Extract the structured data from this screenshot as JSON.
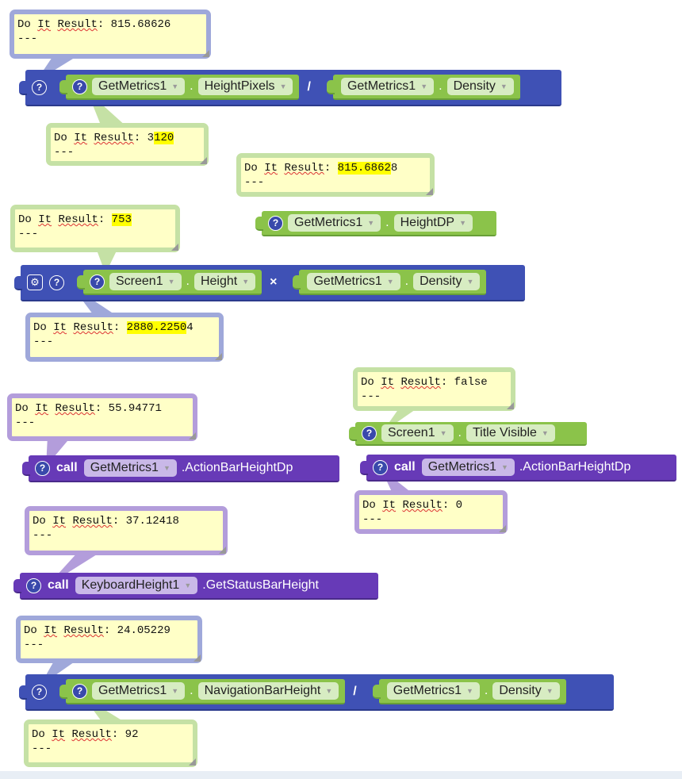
{
  "result_prefix_a": "Do",
  "result_prefix_b": "It",
  "result_prefix_c": "Result",
  "result_sep": "---",
  "bubbles": [
    {
      "pre": "815.68626",
      "hl": "",
      "post": ""
    },
    {
      "pre": "3",
      "hl": "120",
      "post": ""
    },
    {
      "pre": "",
      "hl": "815.6862",
      "post": "8"
    },
    {
      "pre": "",
      "hl": "753",
      "post": ""
    },
    {
      "pre": "",
      "hl": "2880.2250",
      "post": "4"
    },
    {
      "pre": "55.94771",
      "hl": "",
      "post": ""
    },
    {
      "pre": "false",
      "hl": "",
      "post": ""
    },
    {
      "pre": "0",
      "hl": "",
      "post": ""
    },
    {
      "pre": "37.12418",
      "hl": "",
      "post": ""
    },
    {
      "pre": "24.05229",
      "hl": "",
      "post": ""
    },
    {
      "pre": "92",
      "hl": "",
      "post": ""
    }
  ],
  "blocks": [
    {
      "parts": [
        {
          "t": "q"
        },
        {
          "t": "sub",
          "items": [
            {
              "t": "q"
            },
            {
              "t": "field",
              "v": "GetMetrics1"
            },
            {
              "t": "dot",
              "v": "."
            },
            {
              "t": "field",
              "v": "HeightPixels"
            }
          ]
        },
        {
          "t": "op",
          "v": "/"
        },
        {
          "t": "sub",
          "items": [
            {
              "t": "field",
              "v": "GetMetrics1"
            },
            {
              "t": "dot",
              "v": "."
            },
            {
              "t": "field",
              "v": "Density"
            }
          ]
        }
      ]
    },
    {
      "parts": [
        {
          "t": "q"
        },
        {
          "t": "field",
          "v": "GetMetrics1"
        },
        {
          "t": "dot",
          "v": "."
        },
        {
          "t": "field",
          "v": "HeightDP"
        }
      ]
    },
    {
      "parts": [
        {
          "t": "gear"
        },
        {
          "t": "q"
        },
        {
          "t": "sub",
          "items": [
            {
              "t": "q"
            },
            {
              "t": "field",
              "v": "Screen1"
            },
            {
              "t": "dot",
              "v": "."
            },
            {
              "t": "field",
              "v": "Height"
            }
          ]
        },
        {
          "t": "op",
          "v": "×"
        },
        {
          "t": "sub",
          "items": [
            {
              "t": "field",
              "v": "GetMetrics1"
            },
            {
              "t": "dot",
              "v": "."
            },
            {
              "t": "field",
              "v": "Density"
            }
          ]
        }
      ]
    },
    {
      "parts": [
        {
          "t": "q"
        },
        {
          "t": "call",
          "v": "call"
        },
        {
          "t": "field",
          "v": "GetMetrics1"
        },
        {
          "t": "txt",
          "v": ".ActionBarHeightDp"
        }
      ]
    },
    {
      "parts": [
        {
          "t": "q"
        },
        {
          "t": "field",
          "v": "Screen1"
        },
        {
          "t": "dot",
          "v": "."
        },
        {
          "t": "field",
          "v": "Title Visible"
        }
      ]
    },
    {
      "parts": [
        {
          "t": "q"
        },
        {
          "t": "call",
          "v": "call"
        },
        {
          "t": "field",
          "v": "GetMetrics1"
        },
        {
          "t": "txt",
          "v": ".ActionBarHeightDp"
        }
      ]
    },
    {
      "parts": [
        {
          "t": "q"
        },
        {
          "t": "call",
          "v": "call"
        },
        {
          "t": "field",
          "v": "KeyboardHeight1"
        },
        {
          "t": "txt",
          "v": ".GetStatusBarHeight"
        }
      ]
    },
    {
      "parts": [
        {
          "t": "q"
        },
        {
          "t": "sub",
          "items": [
            {
              "t": "q"
            },
            {
              "t": "field",
              "v": "GetMetrics1"
            },
            {
              "t": "dot",
              "v": "."
            },
            {
              "t": "field",
              "v": "NavigationBarHeight"
            }
          ]
        },
        {
          "t": "op",
          "v": "/"
        },
        {
          "t": "sub",
          "items": [
            {
              "t": "field",
              "v": "GetMetrics1"
            },
            {
              "t": "dot",
              "v": "."
            },
            {
              "t": "field",
              "v": "Density"
            }
          ]
        }
      ]
    }
  ],
  "colors": {
    "workspace_block": "#3f51b5",
    "math_block": "#8bc34a",
    "call_block": "#673ab7",
    "comment_bg": "#ffffc7",
    "highlight": "#ffff00"
  }
}
